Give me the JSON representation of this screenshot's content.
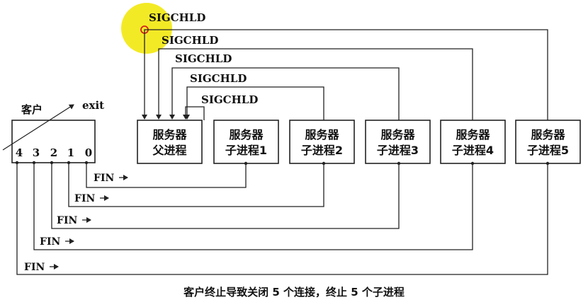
{
  "client": {
    "label": "客户",
    "exit_label": "exit",
    "ports": [
      "4",
      "3",
      "2",
      "1",
      "0"
    ]
  },
  "servers": [
    {
      "line1": "服务器",
      "line2": "父进程"
    },
    {
      "line1": "服务器",
      "line2": "子进程1"
    },
    {
      "line1": "服务器",
      "line2": "子进程2"
    },
    {
      "line1": "服务器",
      "line2": "子进程3"
    },
    {
      "line1": "服务器",
      "line2": "子进程4"
    },
    {
      "line1": "服务器",
      "line2": "子进程5"
    }
  ],
  "signals": [
    "SIGCHLD",
    "SIGCHLD",
    "SIGCHLD",
    "SIGCHLD",
    "SIGCHLD"
  ],
  "fin_labels": [
    "FIN",
    "FIN",
    "FIN",
    "FIN",
    "FIN"
  ],
  "caption": "客户终止导致关闭 5 个连接，终止 5 个子进程",
  "colors": {
    "highlight": "#f1e600",
    "cursor": "#d62020",
    "line": "#222222"
  }
}
